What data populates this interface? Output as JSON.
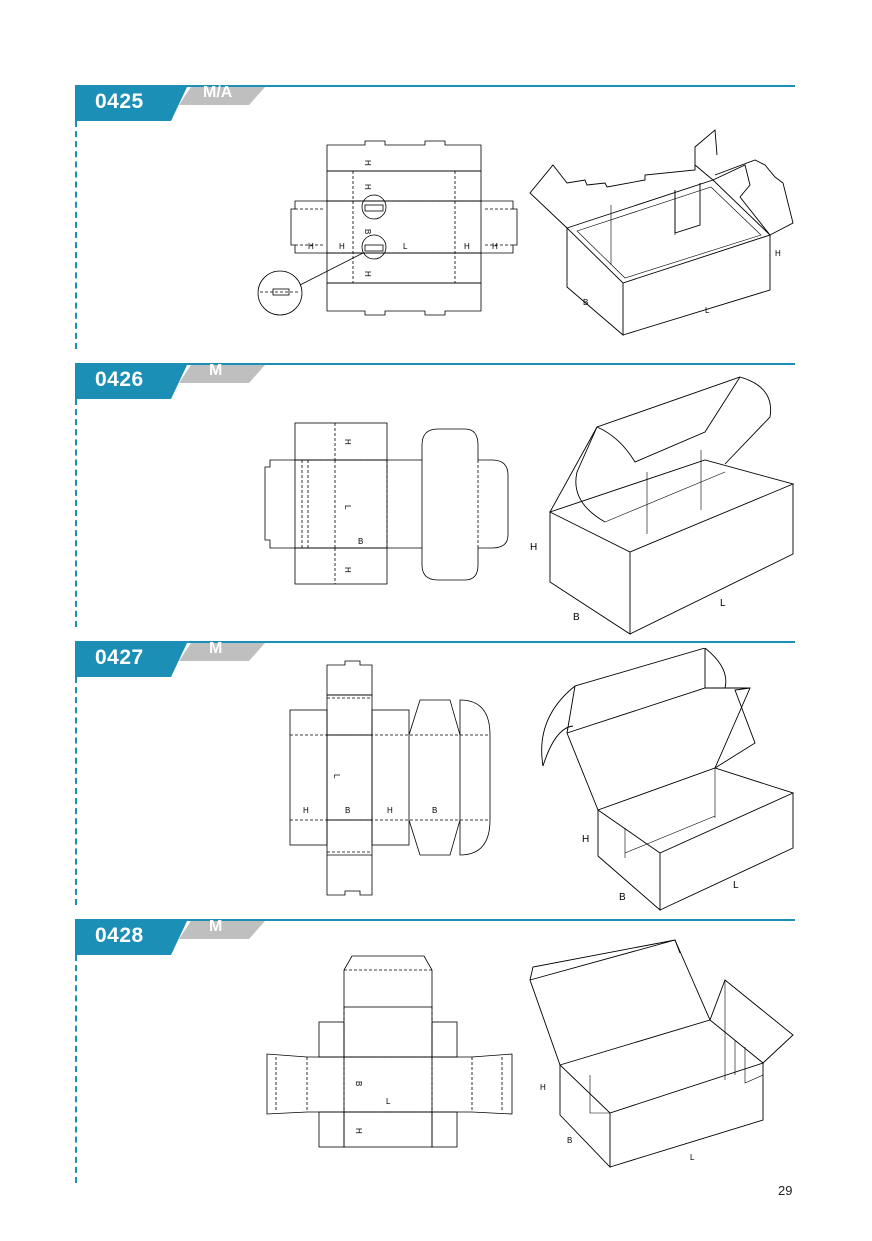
{
  "page_number": "29",
  "boxes": [
    {
      "code": "0425",
      "type": "M/A",
      "net_labels": [
        "H",
        "H",
        "H",
        "H",
        "H",
        "H",
        "H",
        "B",
        "L"
      ],
      "view_labels": [
        "B",
        "L",
        "H"
      ]
    },
    {
      "code": "0426",
      "type": "M",
      "net_labels": [
        "H",
        "L",
        "B",
        "H"
      ],
      "view_labels": [
        "H",
        "B",
        "L"
      ]
    },
    {
      "code": "0427",
      "type": "M",
      "net_labels": [
        "L",
        "H",
        "B",
        "H",
        "B"
      ],
      "view_labels": [
        "H",
        "B",
        "L"
      ]
    },
    {
      "code": "0428",
      "type": "M",
      "net_labels": [
        "B",
        "L",
        "H"
      ],
      "view_labels": [
        "H",
        "B",
        "L"
      ]
    }
  ],
  "colors": {
    "accent": "#1b8fb5",
    "tab_grey": "#bfbfbf"
  }
}
